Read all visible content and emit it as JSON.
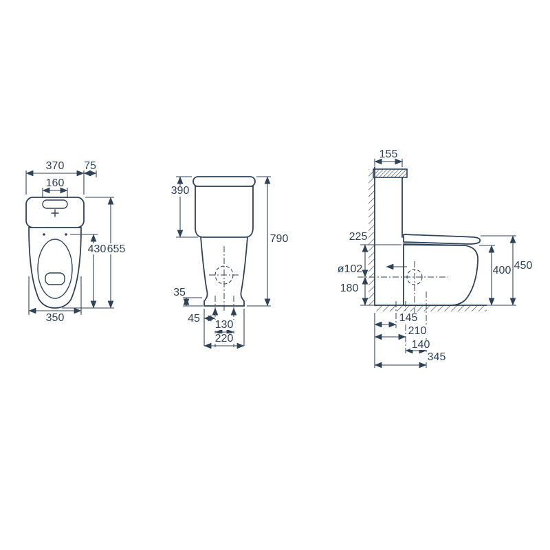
{
  "meta": {
    "line_color": "#2f4256",
    "background_color": "#ffffff"
  },
  "views": {
    "top": {
      "dims": {
        "overall_width": "370",
        "flush_plate_width": "160",
        "rear_offset": "75",
        "overall_depth": "655",
        "bowl_depth": "430",
        "bowl_width": "350"
      }
    },
    "front": {
      "dims": {
        "cistern_height": "390",
        "overall_height": "790",
        "plinth_height": "35",
        "fixing_inset": "45",
        "fixing_centres": "130",
        "base_width": "220"
      }
    },
    "side": {
      "dims": {
        "cistern_depth": "155",
        "rim_to_outlet_axis": "225",
        "outlet_diameter": "ø102",
        "outlet_axis_height": "180",
        "rim_height": "400",
        "seat_top_height": "450",
        "wall_to_axis_1": "145",
        "wall_to_axis_2": "210",
        "axis_spacing": "140",
        "wall_to_fixing": "345"
      }
    }
  }
}
